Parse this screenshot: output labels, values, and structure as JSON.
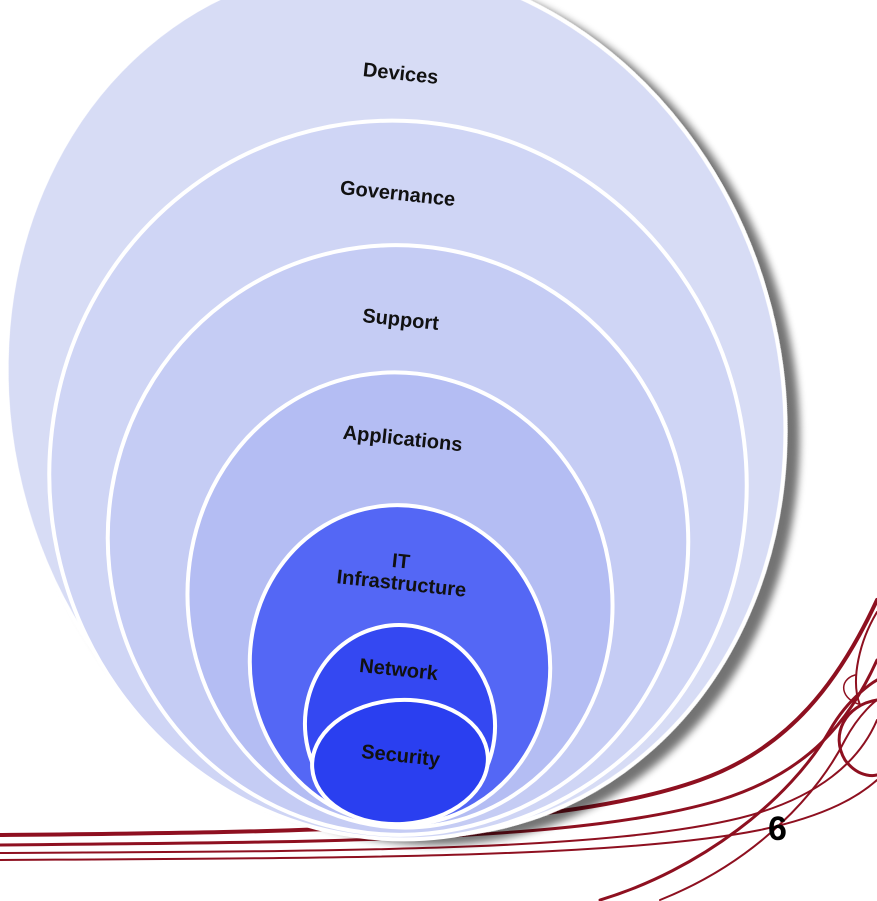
{
  "slide": {
    "page_number": "6"
  },
  "layers": [
    {
      "label": "Devices",
      "color": "#d7dcf5"
    },
    {
      "label": "Governance",
      "color": "#cfd5f5"
    },
    {
      "label": "Support",
      "color": "#c5ccf4"
    },
    {
      "label": "Applications",
      "color": "#b4bdf3"
    },
    {
      "label": "IT Infrastructure",
      "color": "#5467f5"
    },
    {
      "label": "Network",
      "color": "#3448f2"
    },
    {
      "label": "Security",
      "color": "#2a3ff0"
    }
  ],
  "colors": {
    "outline": "#ffffff",
    "shadow": "#9a9a9a",
    "accent_red": "#8e1020"
  }
}
